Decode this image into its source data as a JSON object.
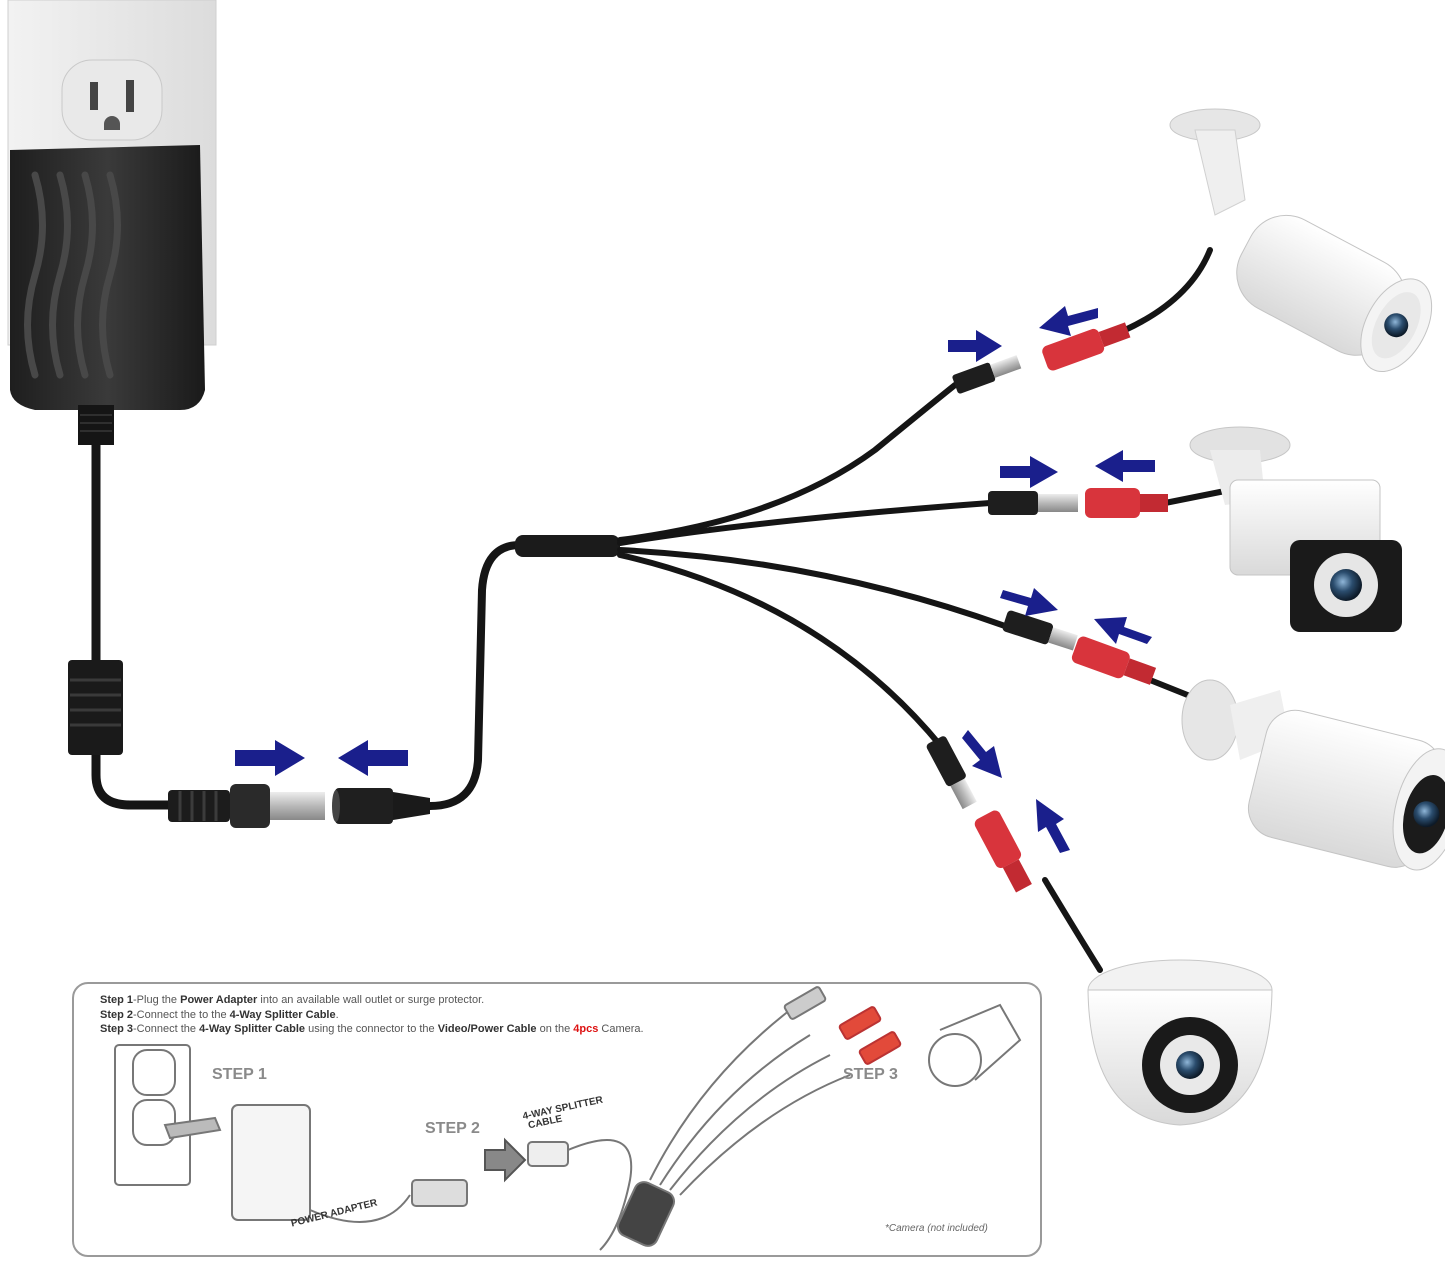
{
  "instructions": {
    "step1": {
      "label": "Step 1",
      "text_a": "-Plug the ",
      "bold": "Power Adapter",
      "text_b": " into an available wall outlet or surge protector."
    },
    "step2": {
      "label": "Step 2",
      "text_a": "-Connect the to the ",
      "bold": "4-Way Splitter Cable",
      "text_b": "."
    },
    "step3": {
      "label": "Step 3",
      "text_a": "-Connect the ",
      "bold": "4-Way Splitter Cable",
      "text_b": " using the connector to the ",
      "bold2": "Video/Power Cable",
      "text_c": " on the ",
      "red": "4pcs",
      "text_d": " Camera."
    },
    "labels": {
      "step1": "STEP 1",
      "step2": "STEP 2",
      "step3": "STEP 3",
      "splitter": "4-WAY SPLITTER",
      "cable": "CABLE",
      "power_adapter": "POWER ADAPTER"
    },
    "note": "*Camera (not included)"
  },
  "colors": {
    "arrow": "#1a1f8c",
    "cable": "#1b1b1b",
    "red_plug": "#d8343c",
    "adapter": "#2a2a2a"
  },
  "icons": [
    "wall-outlet-icon",
    "power-adapter-icon",
    "splitter-cable-icon",
    "bullet-camera-icon",
    "dome-camera-icon",
    "arrow-icon"
  ]
}
